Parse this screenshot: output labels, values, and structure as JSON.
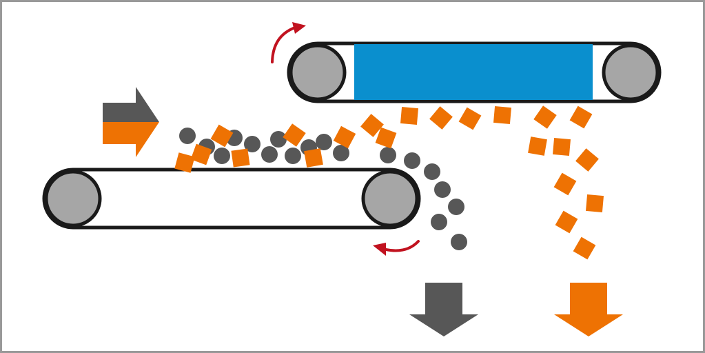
{
  "diagram": {
    "kind": "magnetic-belt-separator",
    "colors": {
      "frame": "#999999",
      "background": "#ffffff",
      "belt_outline": "#1a1a1a",
      "roller_fill": "#a6a6a6",
      "magnet": "#0a8fce",
      "particle_gray": "#575757",
      "particle_orange": "#ee7203",
      "rotation_arrow": "#c1121f"
    },
    "icons": {
      "feed": "feed-arrow-icon",
      "gray_output": "gray-output-arrow-icon",
      "orange_output": "orange-output-arrow-icon",
      "rotation": "rotation-arrow-icon"
    },
    "counts": {
      "gray_particles": 18,
      "orange_particles": 22
    }
  }
}
